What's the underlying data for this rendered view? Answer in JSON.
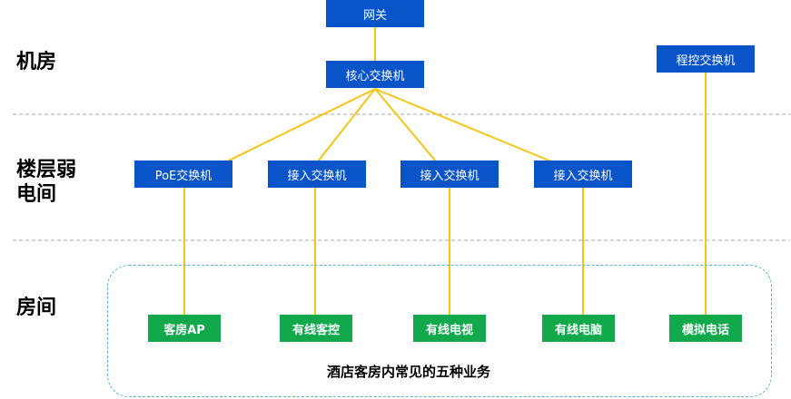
{
  "zones": {
    "machine_room": "机房",
    "floor_closet_line1": "楼层弱",
    "floor_closet_line2": "电间",
    "guest_room": "房间"
  },
  "nodes": {
    "gateway": "网关",
    "core_switch": "核心交换机",
    "pbx": "程控交换机",
    "poe_switch": "PoE交换机",
    "access_switch_1": "接入交换机",
    "access_switch_2": "接入交换机",
    "access_switch_3": "接入交换机"
  },
  "services": [
    "客房AP",
    "有线客控",
    "有线电视",
    "有线电脑",
    "模拟电话"
  ],
  "caption": "酒店客房内常见的五种业务",
  "colors": {
    "node_blue": "#0a54c9",
    "service_green": "#12a84c",
    "link_yellow": "#f5c518",
    "zone_divider": "#aaaaaa",
    "room_border": "#5fb3d9"
  }
}
